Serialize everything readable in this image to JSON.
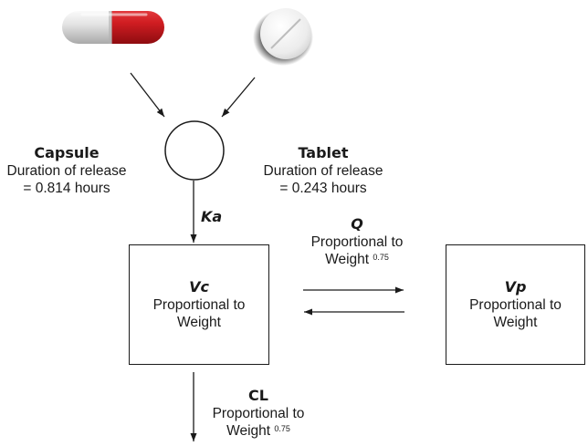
{
  "capsule": {
    "title": "Capsule",
    "line1": "Duration of release",
    "line2": "= 0.814 hours"
  },
  "tablet": {
    "title": "Tablet",
    "line1": "Duration of release",
    "line2": "= 0.243 hours"
  },
  "ka_label": "Ka",
  "central": {
    "title": "Vc",
    "line1": "Proportional to",
    "line2": "Weight"
  },
  "peripheral": {
    "title": "Vp",
    "line1": "Proportional to",
    "line2": "Weight"
  },
  "q": {
    "title": "Q",
    "line1": "Proportional to",
    "line2": "Weight",
    "exponent": "0.75"
  },
  "cl": {
    "title": "CL",
    "line1": "Proportional to",
    "line2": "Weight",
    "exponent": "0.75"
  },
  "colors": {
    "line": "#1a1a1a",
    "capsule_red": "#c8161d",
    "capsule_white": "#e6e6e6",
    "tablet": "#f2f2f2"
  }
}
